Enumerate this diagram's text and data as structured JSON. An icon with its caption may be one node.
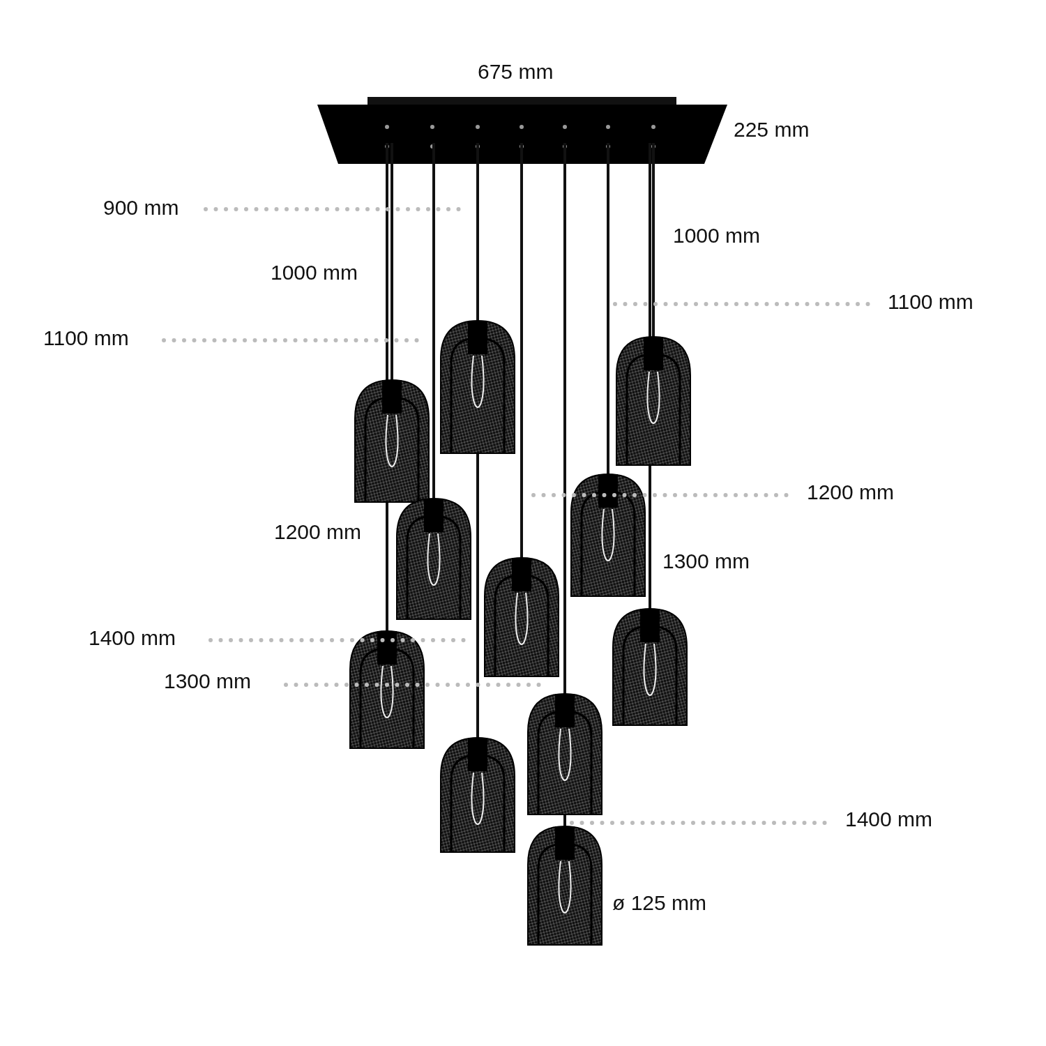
{
  "diagram": {
    "labels": [
      "675 mm",
      "225 mm",
      "900 mm",
      "1000 mm",
      "1000 mm",
      "1100 mm",
      "1100 mm",
      "1200 mm",
      "1200 mm",
      "1300 mm",
      "1400 mm",
      "1300 mm",
      "1400 mm",
      "ø 125 mm"
    ]
  }
}
